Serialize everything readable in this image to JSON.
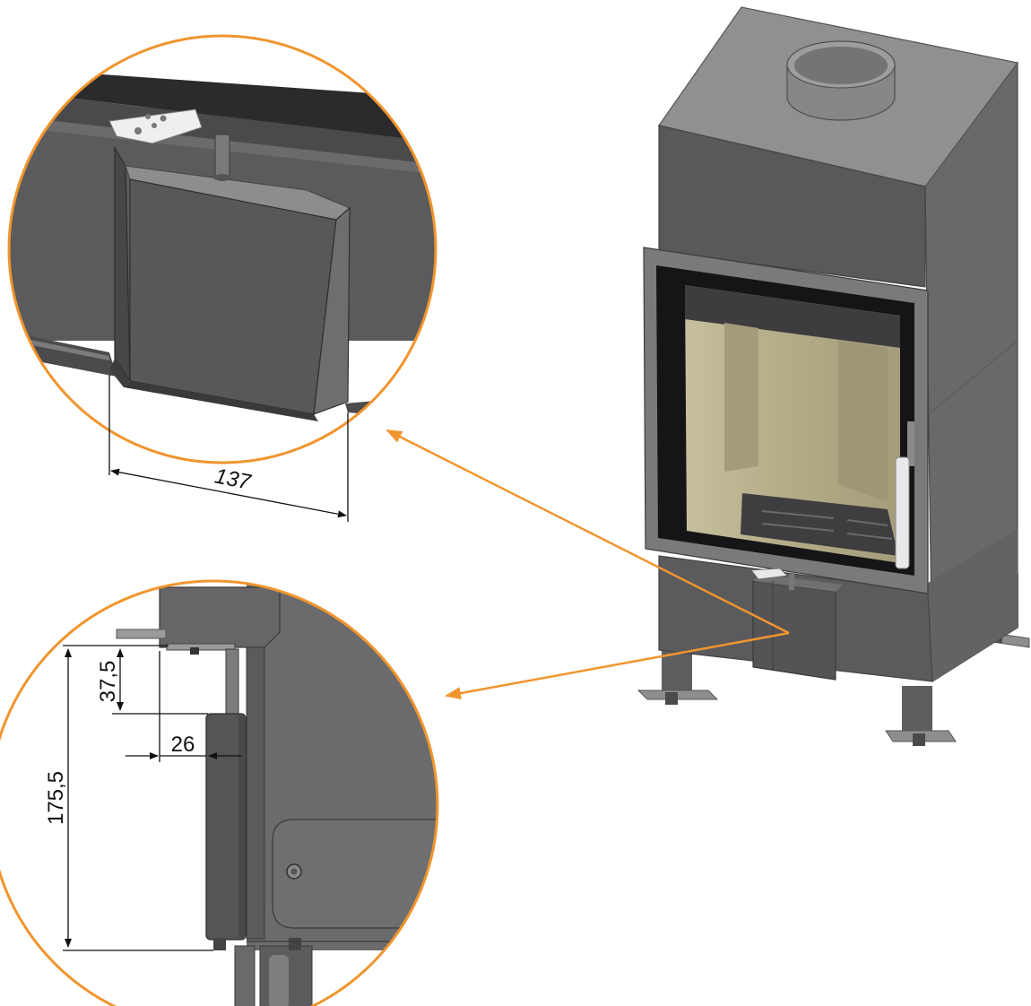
{
  "dimensions": {
    "width_137": "137",
    "height_37_5": "37,5",
    "offset_26": "26",
    "height_175_5": "175,5"
  },
  "colors": {
    "callout_orange": "#f0952e",
    "steel_dark": "#5d5d5f",
    "steel_mid": "#6b6b6e",
    "steel_light": "#8a8a8c",
    "chamber_tan": "#b5ad8a",
    "dimension_ink": "#111111"
  }
}
